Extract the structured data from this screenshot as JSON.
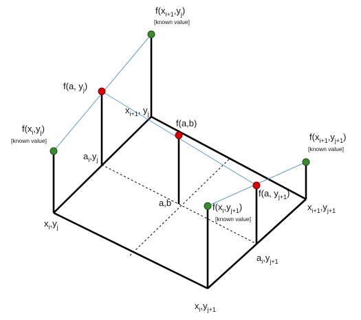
{
  "diagram": {
    "colors": {
      "frame": "#000000",
      "connector": "#5b9bd5",
      "known_point": "#3a8a2e",
      "interpolated_point": "#e00000"
    },
    "known_value_note": "[known value]",
    "labels": {
      "f_xi1_yj": {
        "main": "f(x",
        "s1": "i+1",
        "mid": ",y",
        "s2": "j",
        "end": ")"
      },
      "f_a_yj": {
        "main": "f(a, y",
        "s1": "j",
        "end": ")"
      },
      "f_xi_yj": {
        "main": "f(x",
        "s1": "i",
        "mid": ",y",
        "s2": "j",
        "end": ")"
      },
      "f_ab": {
        "main": "f(a,b)"
      },
      "f_xi1_yj1": {
        "main": "f(x",
        "s1": "i+1",
        "mid": ",y",
        "s2": "j+1",
        "end": ")"
      },
      "f_a_yj1": {
        "main": "f(a, y",
        "s1": "j+1",
        "end": ")"
      },
      "f_xi_yj1": {
        "main": "f(x",
        "s1": "i",
        "mid": ",y",
        "s2": "j+1",
        "end": ")"
      },
      "xi1_yj": {
        "main": "x",
        "s1": "i+1",
        "mid": ", y",
        "s2": "j"
      },
      "ai_yj": {
        "main": "a",
        "s1": "i",
        "mid": ",y",
        "s2": "j"
      },
      "a_b": {
        "main": "a,b"
      },
      "xi_yj": {
        "main": "x",
        "s1": "i",
        "mid": ",y",
        "s2": "j"
      },
      "xi1_yj1": {
        "main": "x",
        "s1": "i+1",
        "mid": ",y",
        "s2": "j+1"
      },
      "ai_yj1": {
        "main": "a",
        "s1": "i",
        "mid": ",y",
        "s2": "j+1"
      },
      "xi_yj1": {
        "main": "x",
        "s1": "i",
        "mid": ",y",
        "s2": "j+1"
      }
    }
  }
}
